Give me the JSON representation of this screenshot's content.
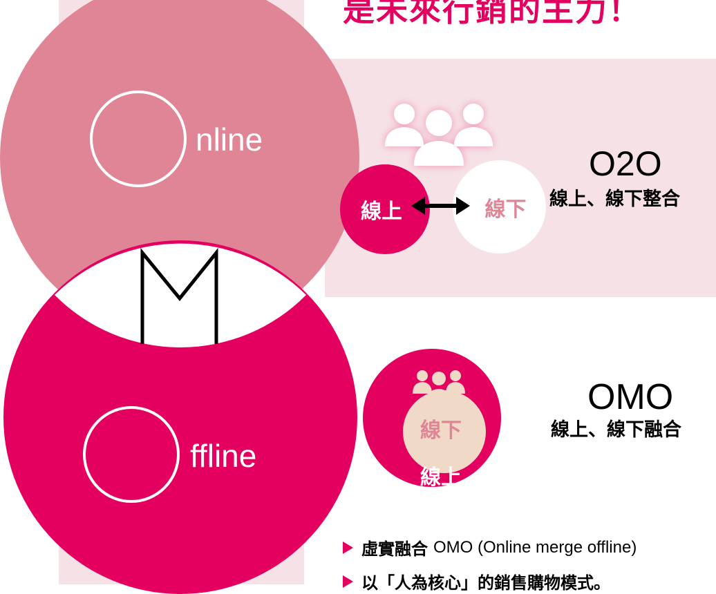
{
  "title": "是未來行銷的主力！",
  "online": {
    "ring_letter": "O",
    "suffix": "nline"
  },
  "offline": {
    "ring_letter": "O",
    "suffix": "ffline"
  },
  "merge_letter": "M",
  "o2o": {
    "online_label": "線上",
    "offline_label": "線下",
    "heading": "O2O",
    "subheading": "線上、線下整合"
  },
  "omo": {
    "inner_label": "線下",
    "outer_label": "線上",
    "heading": "OMO",
    "subheading": "線上、線下融合"
  },
  "bullets": [
    {
      "strong": "虛實融合",
      "text": "OMO (Online merge offline)"
    },
    {
      "strong": "",
      "text": "以「人為核心」的銷售購物模式。"
    }
  ],
  "colors": {
    "magenta": "#e4005f",
    "rose": "#df8596",
    "blush": "#f6e2e6",
    "beige": "#f1d9c8"
  }
}
